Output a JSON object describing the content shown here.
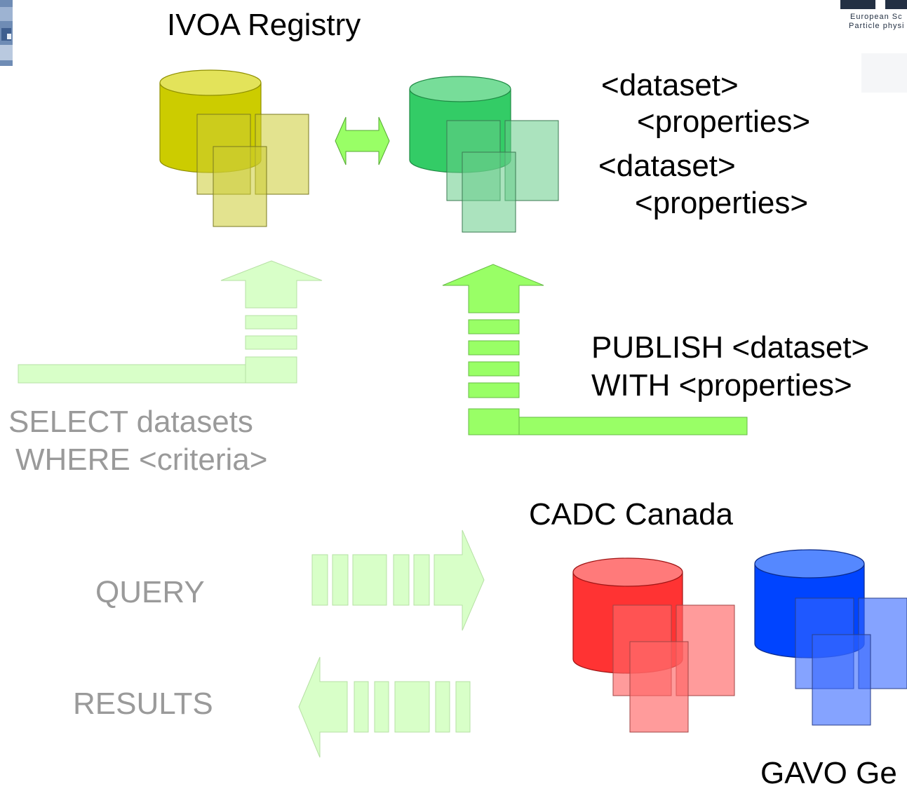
{
  "registry": {
    "title": "IVOA Registry"
  },
  "metadata": {
    "lines": [
      "<dataset>",
      "<properties>",
      "<dataset>",
      "<properties>"
    ]
  },
  "publish": {
    "line1": "PUBLISH <dataset>",
    "line2": "WITH <properties>"
  },
  "select": {
    "line1": "SELECT datasets",
    "line2": "WHERE <criteria>"
  },
  "query": {
    "label": "QUERY"
  },
  "results": {
    "label": "RESULTS"
  },
  "archives": {
    "cadc": "CADC Canada",
    "gavo": "GAVO Ge"
  },
  "logo": {
    "line1": "European Sc",
    "line2": "Particle physi"
  },
  "colors": {
    "yellow_db": "#cccc00",
    "green_db": "#33cc66",
    "red_db": "#ff3333",
    "blue_db": "#0044ff",
    "bright_green_arrow": "#99ff66",
    "pale_green_arrow": "#d8ffc8",
    "gray_text": "#9a9a9a"
  }
}
